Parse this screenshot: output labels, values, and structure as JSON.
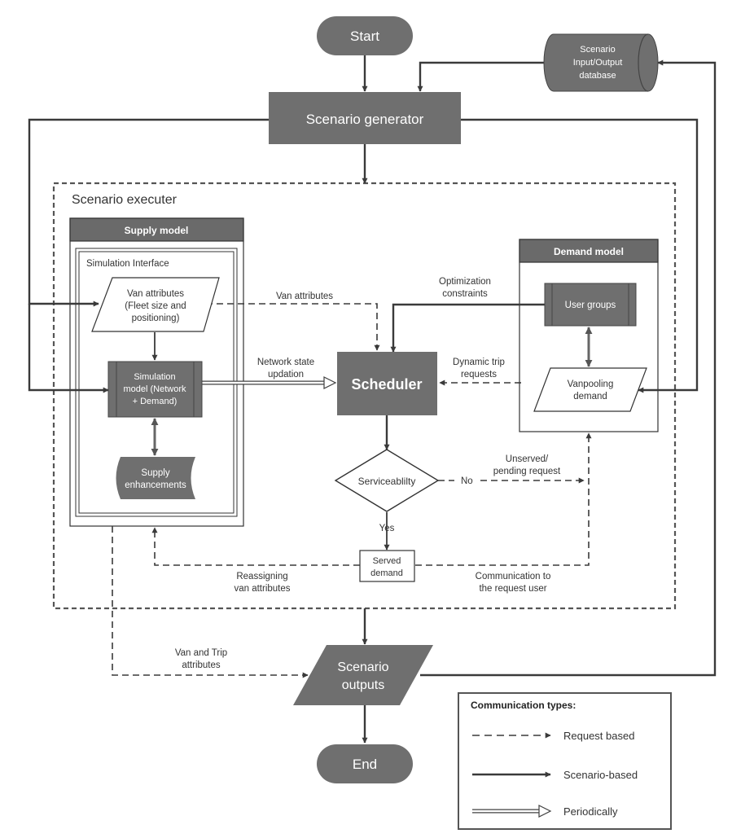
{
  "nodes": {
    "start": "Start",
    "end": "End",
    "scenario_generator": "Scenario generator",
    "database": [
      "Scenario",
      "Input/Output",
      "database"
    ],
    "scenario_executer": "Scenario executer",
    "supply_model": "Supply model",
    "simulation_interface": "Simulation Interface",
    "van_attributes_box": [
      "Van attributes",
      "(Fleet size and",
      "positioning)"
    ],
    "simulation_model": [
      "Simulation",
      "model (Network",
      "+ Demand)"
    ],
    "supply_enhancements": [
      "Supply",
      "enhancements"
    ],
    "demand_model": "Demand model",
    "user_groups": "User groups",
    "vanpooling_demand": [
      "Vanpooling",
      "demand"
    ],
    "scheduler": "Scheduler",
    "serviceability": "Serviceablilty",
    "served_demand": [
      "Served",
      "demand"
    ],
    "scenario_outputs": [
      "Scenario",
      "outputs"
    ]
  },
  "edge_labels": {
    "van_attributes": "Van attributes",
    "optimization_constraints": [
      "Optimization",
      "constraints"
    ],
    "network_state": [
      "Network state",
      "updation"
    ],
    "dynamic_trip": [
      "Dynamic trip",
      "requests"
    ],
    "no": "No",
    "yes": "Yes",
    "unserved": [
      "Unserved/",
      "pending request"
    ],
    "reassigning": [
      "Reassigning",
      "van attributes"
    ],
    "communication": [
      "Communication to",
      "the request user"
    ],
    "van_and_trip": [
      "Van and Trip",
      "attributes"
    ]
  },
  "legend": {
    "title": "Communication types:",
    "request_based": "Request based",
    "scenario_based": "Scenario-based",
    "periodically": "Periodically"
  },
  "colors": {
    "node_fill": "#6f6f6f",
    "header_fill": "#6a6a6a",
    "line": "#404040"
  }
}
